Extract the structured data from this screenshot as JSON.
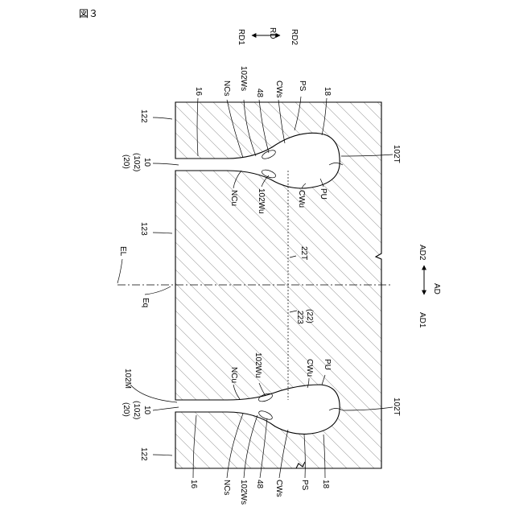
{
  "figure_title": "図３",
  "labels": {
    "rd": "RD",
    "rd1": "RD1",
    "rd2": "RD2",
    "ad": "AD",
    "ad1": "AD1",
    "ad2": "AD2",
    "el": "EL",
    "eq": "Eq",
    "l122_top": "122",
    "l122_bottom": "122",
    "l123": "123",
    "l16_top": "16",
    "l16_bottom": "16",
    "l18_top": "18",
    "l18_bottom": "18",
    "l48_top": "48",
    "l48_bottom": "48",
    "ncs_top": "NCs",
    "ncs_bottom": "NCs",
    "l102ws_top": "102Ws",
    "l102ws_bottom": "102Ws",
    "cws_top": "CWs",
    "cws_bottom": "CWs",
    "ps_top": "PS",
    "ps_bottom": "PS",
    "l102t_top": "102T",
    "l102t_bottom": "102T",
    "l20_top": "(20)",
    "l102_top": "(102)",
    "l10_top": "10",
    "l20_bottom": "(20)",
    "l102_bottom": "(102)",
    "l10_bottom": "10",
    "ncu_top": "NCu",
    "ncu_bottom": "NCu",
    "l102wu_top": "102Wu",
    "l102wu_bottom": "102Wu",
    "cwu_top": "CWu",
    "cwu_bottom": "CWu",
    "pu_top": "PU",
    "pu_bottom": "PU",
    "l22t": "22T",
    "l223": "223",
    "l22": "(22)",
    "l102m": "102M"
  }
}
